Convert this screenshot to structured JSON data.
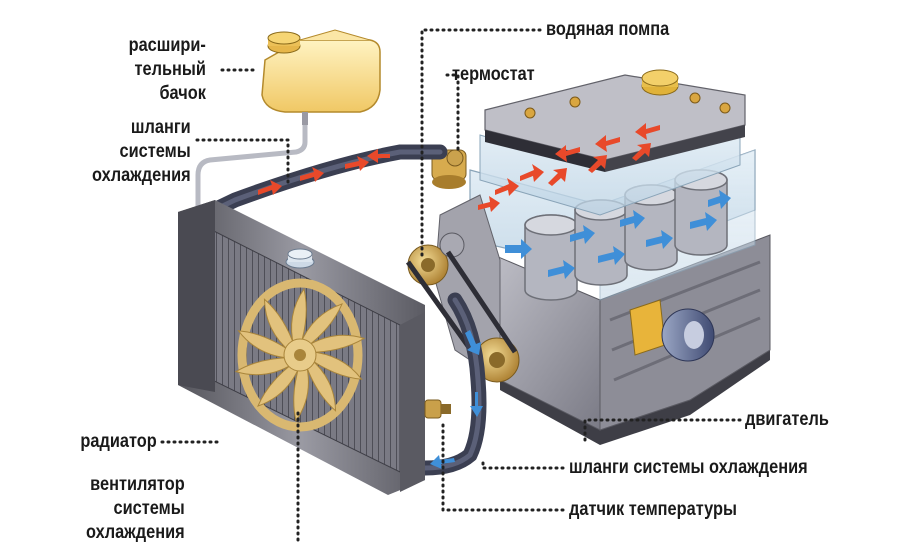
{
  "labels": {
    "pump": "водяная помпа",
    "thermostat": "термостат",
    "tank": [
      "расшири-",
      "тельный",
      "бачок"
    ],
    "hoses_top": [
      "шланги",
      "системы",
      "охлаждения"
    ],
    "radiator": "радиатор",
    "engine": "двигатель",
    "hoses_bottom": "шланги системы охлаждения",
    "fan": [
      "вентилятор",
      "системы",
      "охлаждения"
    ],
    "sensor": "датчик температуры"
  },
  "colors": {
    "leader": "#222222",
    "engine_metal": "#9a9aa4",
    "engine_dark": "#55555f",
    "block_glass": "#cfe0ec",
    "tank_fluid": "#f5dd8c",
    "radiator_core": "#6f6f78",
    "fan_blade": "#d9b871",
    "hose": "#3b3f52",
    "flow_hot": "#e8492a",
    "flow_cold": "#3f8fd8",
    "brass": "#c9a04a"
  }
}
